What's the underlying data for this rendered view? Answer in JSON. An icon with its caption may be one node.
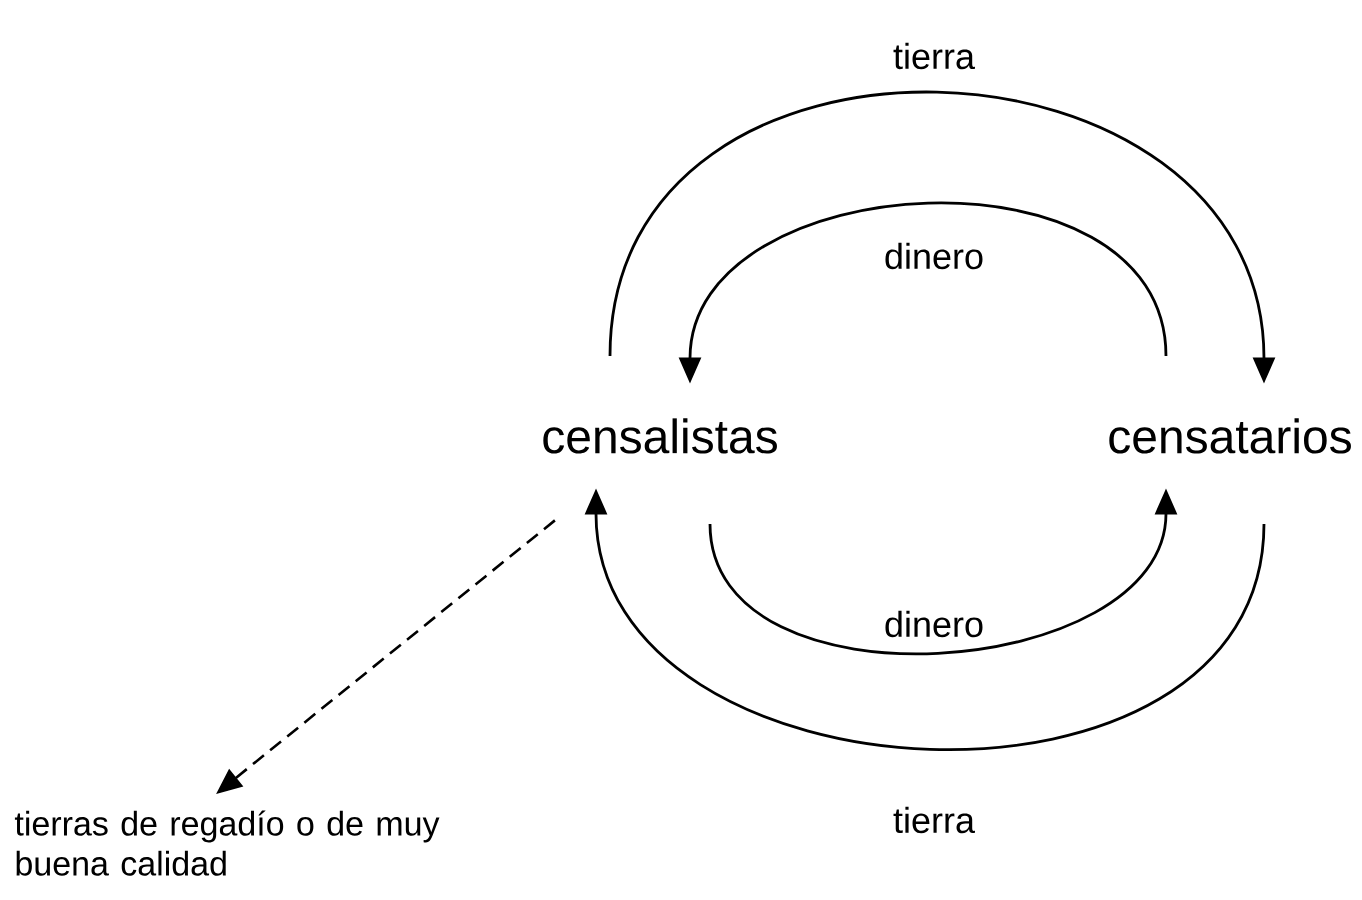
{
  "diagram": {
    "nodes": [
      {
        "text": [
          "censalistas"
        ]
      },
      {
        "text": [
          "censatarios"
        ]
      },
      {
        "text": [
          "tierras de regadío o de muy buena calidad"
        ]
      }
    ],
    "edges": [
      {
        "from": 0,
        "to": 1,
        "arrow": "to",
        "label": "tierra"
      },
      {
        "from": 1,
        "to": 0,
        "arrow": "to",
        "label": "dinero"
      },
      {
        "from": 0,
        "to": 1,
        "arrow": "to",
        "label": "dinero"
      },
      {
        "from": 1,
        "to": 0,
        "arrow": "to",
        "label": "tierra"
      },
      {
        "from": 0,
        "to": 2,
        "arrow": "to",
        "style": "dashed"
      }
    ]
  }
}
